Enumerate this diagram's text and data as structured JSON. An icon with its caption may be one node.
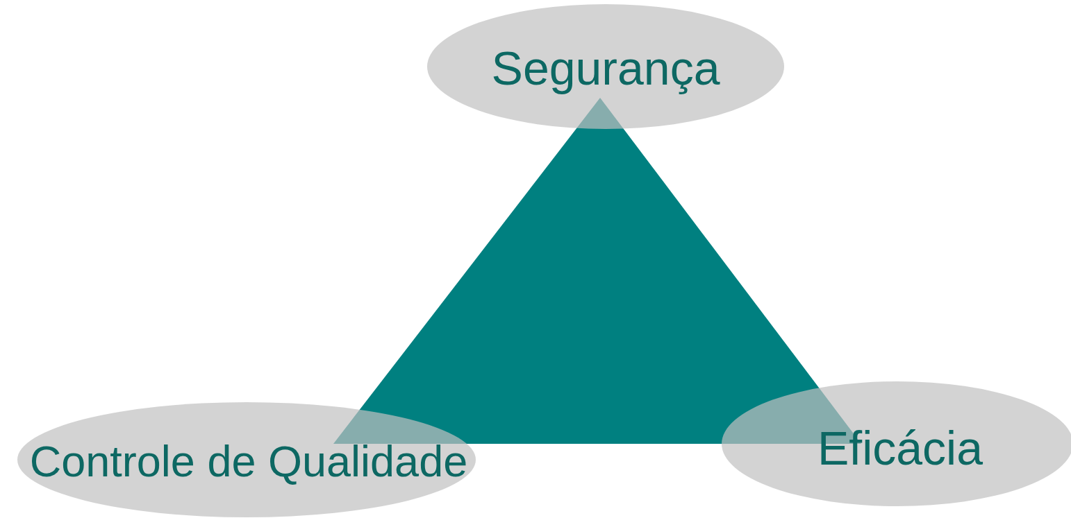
{
  "diagram": {
    "nodes": [
      {
        "text": [
          "Segurança"
        ]
      },
      {
        "text": [],
        "shape": "triangle"
      },
      {
        "text": [
          "Controle de Qualidade"
        ]
      },
      {
        "text": [
          "Eficácia"
        ]
      }
    ],
    "edges": []
  }
}
